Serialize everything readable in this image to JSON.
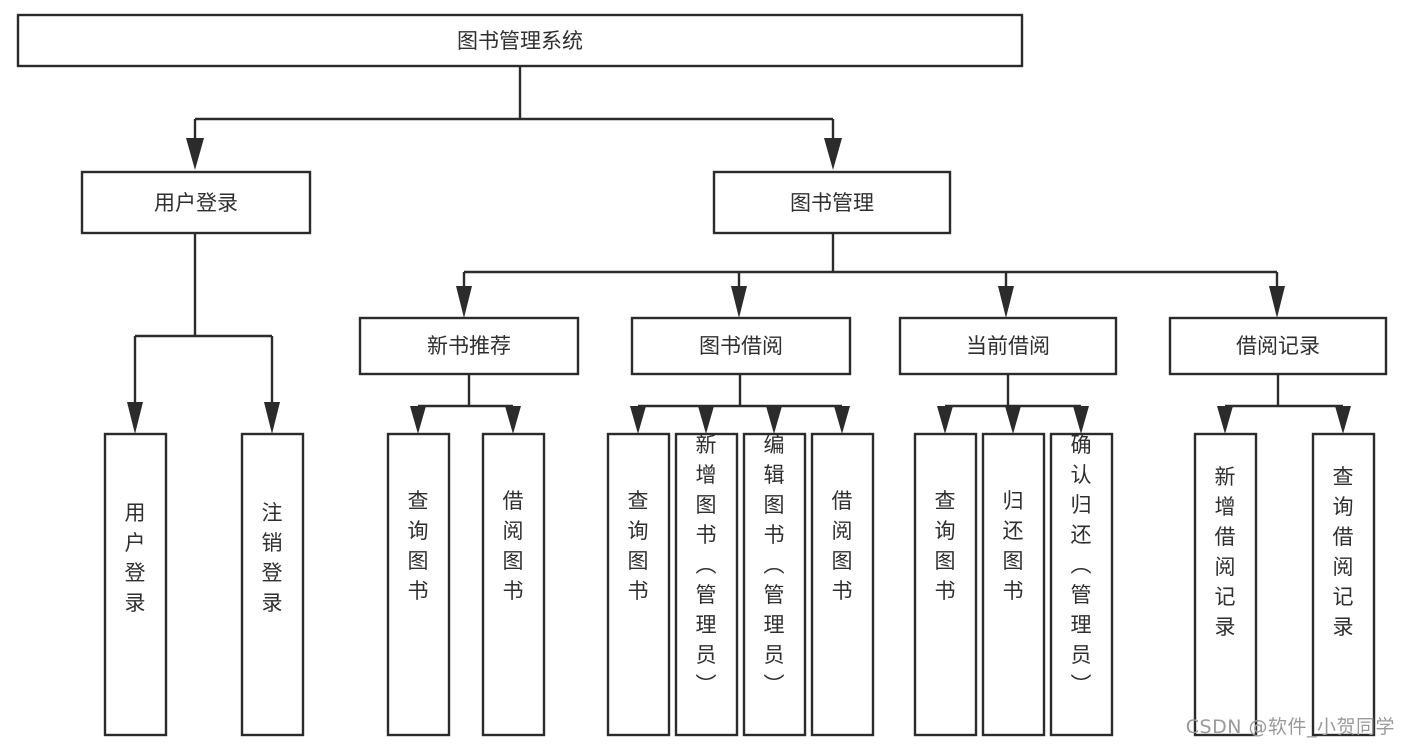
{
  "diagram": {
    "type": "tree-hierarchy",
    "title": "图书管理系统",
    "watermark": "CSDN @软件_小贺同学",
    "colors": {
      "stroke": "#2b2b2b",
      "box_fill": "#ffffff",
      "text": "#2f2f2f",
      "background": "#ffffff",
      "watermark": "#9a9a9a"
    },
    "root": {
      "label": "图书管理系统"
    },
    "level2": [
      {
        "label": "用户登录"
      },
      {
        "label": "图书管理"
      }
    ],
    "level3": [
      {
        "label": "新书推荐"
      },
      {
        "label": "图书借阅"
      },
      {
        "label": "当前借阅"
      },
      {
        "label": "借阅记录"
      }
    ],
    "leaves": {
      "user_login": [
        {
          "label": "用户登录"
        },
        {
          "label": "注销登录"
        }
      ],
      "new_book_recommend": [
        {
          "label": "查询图书"
        },
        {
          "label": "借阅图书"
        }
      ],
      "book_borrow": [
        {
          "label": "查询图书"
        },
        {
          "label": "新增图书（管理员）"
        },
        {
          "label": "编辑图书（管理员）"
        },
        {
          "label": "借阅图书"
        }
      ],
      "current_borrow": [
        {
          "label": "查询图书"
        },
        {
          "label": "归还图书"
        },
        {
          "label": "确认归还（管理员）"
        }
      ],
      "borrow_record": [
        {
          "label": "新增借阅记录"
        },
        {
          "label": "查询借阅记录"
        }
      ]
    }
  }
}
